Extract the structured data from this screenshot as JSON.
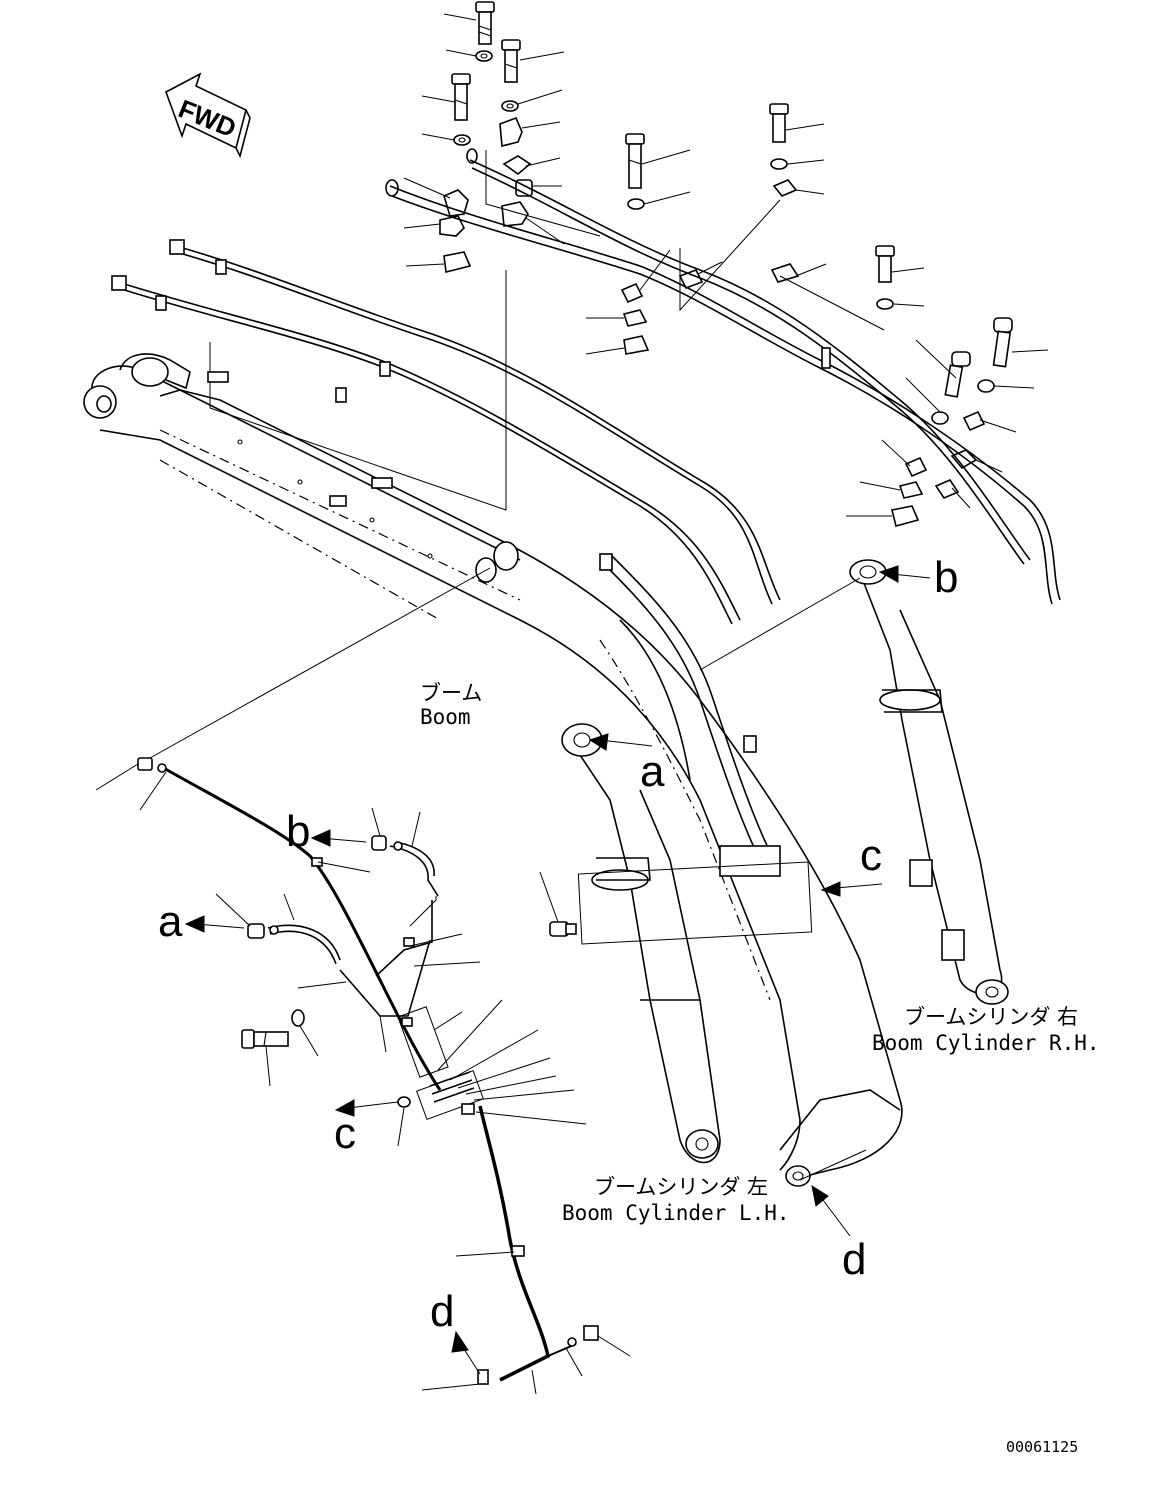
{
  "labels": {
    "boom_jp": "ブーム",
    "boom_en": "Boom",
    "cyl_rh_jp": "ブームシリンダ 右",
    "cyl_rh_en": "Boom Cylinder R.H.",
    "cyl_lh_jp": "ブームシリンダ 左",
    "cyl_lh_en": "Boom Cylinder L.H.",
    "fwd": "FWD",
    "drawing_code": "00061125"
  },
  "callouts": {
    "a_upper": "a",
    "a_lower": "a",
    "b_upper": "b",
    "b_lower": "b",
    "c_upper": "c",
    "c_lower": "c",
    "d_upper": "d",
    "d_lower": "d"
  }
}
